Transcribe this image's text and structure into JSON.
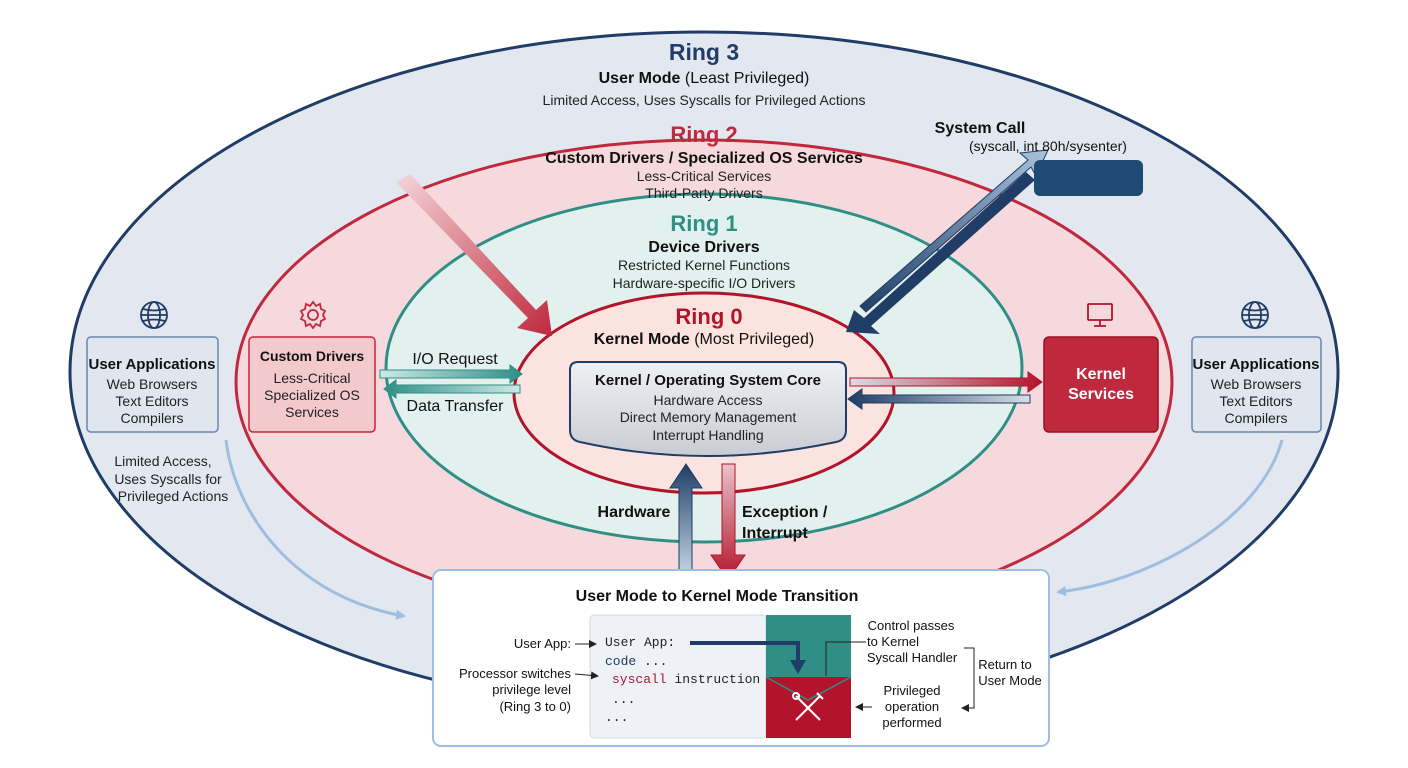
{
  "colors": {
    "ring3_fill": "#e3e8f0",
    "ring3_stroke": "#1f3d66",
    "ring2_fill": "#f6d9dc",
    "ring2_stroke": "#c0283d",
    "ring1_fill": "#e2f1ee",
    "ring1_stroke": "#2f8f86",
    "ring0_fill": "#fbe3df",
    "ring0_stroke": "#b3142c",
    "navy": "#1f3d66",
    "crimson": "#b3142c",
    "teal": "#2f8f86"
  },
  "ring3": {
    "title": "Ring 3",
    "mode_bold": "User Mode",
    "mode_rest": " (Least Privileged)",
    "desc": "Limited Access, Uses Syscalls for Privileged Actions"
  },
  "ring2": {
    "title": "Ring 2",
    "subtitle": "Custom Drivers / Specialized OS Services",
    "line1": "Less-Critical Services",
    "line2": "Third-Party Drivers"
  },
  "ring1": {
    "title": "Ring 1",
    "subtitle": "Device Drivers",
    "line1": "Restricted Kernel Functions",
    "line2": "Hardware-specific I/O Drivers"
  },
  "ring0": {
    "title": "Ring 0",
    "mode_bold": "Kernel Mode",
    "mode_rest": " (Most Privileged)"
  },
  "kernel_core": {
    "title": "Kernel / Operating System Core",
    "line1": "Hardware Access",
    "line2": "Direct Memory Management",
    "line3": "Interrupt Handling"
  },
  "system_call": {
    "title": "System Call",
    "detail": "(syscall, int 80h/sysenter)"
  },
  "user_apps_left": {
    "icon": "globe-icon",
    "title": "User Applications",
    "items": [
      "Web Browsers",
      "Text Editors",
      "Compilers"
    ]
  },
  "user_apps_right": {
    "icon": "globe-icon",
    "title": "User Applications",
    "items": [
      "Web Browsers",
      "Text Editors",
      "Compilers"
    ]
  },
  "left_note": [
    "Limited Access,",
    "Uses Syscalls for",
    "Privileged Actions"
  ],
  "custom_drivers": {
    "icon": "gear-icon",
    "title": "Custom Drivers",
    "items": [
      "Less-Critical",
      "Specialized OS",
      "Services"
    ]
  },
  "kernel_services": {
    "icon": "monitor-icon",
    "line1": "Kernel",
    "line2": "Services"
  },
  "io_request": "I/O Request",
  "data_transfer": "Data Transfer",
  "hardware": "Hardware",
  "exception": {
    "line1": "Exception /",
    "line2": "Interrupt"
  },
  "transition": {
    "title": "User Mode to Kernel Mode Transition",
    "label_user_app": "User App:",
    "label_switch": [
      "Processor switches",
      "privilege level",
      "(Ring 3 to 0)"
    ],
    "code": {
      "line1": "User App:",
      "line2_kw": "code",
      "line2_rest": " ...",
      "line3_kw": "syscall",
      "line3_rest": " instruction",
      "line4": "...",
      "line5": "..."
    },
    "control": [
      "Control passes",
      "to Kernel",
      "Syscall Handler"
    ],
    "privileged": [
      "Privileged",
      "operation",
      "performed"
    ],
    "return": [
      "Return to",
      "User Mode"
    ],
    "tool_icon": "tools-icon"
  }
}
